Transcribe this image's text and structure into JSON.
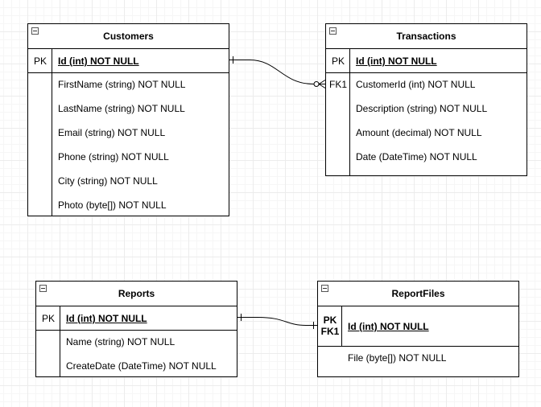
{
  "tables": {
    "customers": {
      "title": "Customers",
      "pk_key": "PK",
      "pk_field": "Id (int) NOT NULL",
      "fields": [
        "FirstName (string) NOT NULL",
        "LastName (string) NOT NULL",
        "Email (string) NOT NULL",
        "Phone (string) NOT NULL",
        "City (string) NOT NULL",
        "Photo (byte[]) NOT NULL"
      ]
    },
    "transactions": {
      "title": "Transactions",
      "pk_key": "PK",
      "pk_field": "Id (int) NOT NULL",
      "fk_key": "FK1",
      "fields": [
        "CustomerId (int) NOT NULL",
        "Description (string) NOT NULL",
        "Amount (decimal) NOT NULL",
        "Date (DateTime) NOT NULL"
      ]
    },
    "reports": {
      "title": "Reports",
      "pk_key": "PK",
      "pk_field": "Id (int) NOT NULL",
      "fields": [
        "Name (string) NOT NULL",
        "CreateDate (DateTime) NOT NULL"
      ]
    },
    "reportfiles": {
      "title": "ReportFiles",
      "pk_key": "PK",
      "fk_key": "FK1",
      "pk_field": "Id (int) NOT NULL",
      "fields": [
        "File (byte[]) NOT NULL"
      ]
    }
  },
  "relationships": [
    {
      "from": "Customers",
      "to": "Transactions",
      "from_end": "one",
      "to_end": "zero-or-many"
    },
    {
      "from": "Reports",
      "to": "ReportFiles",
      "from_end": "one",
      "to_end": "one"
    }
  ]
}
